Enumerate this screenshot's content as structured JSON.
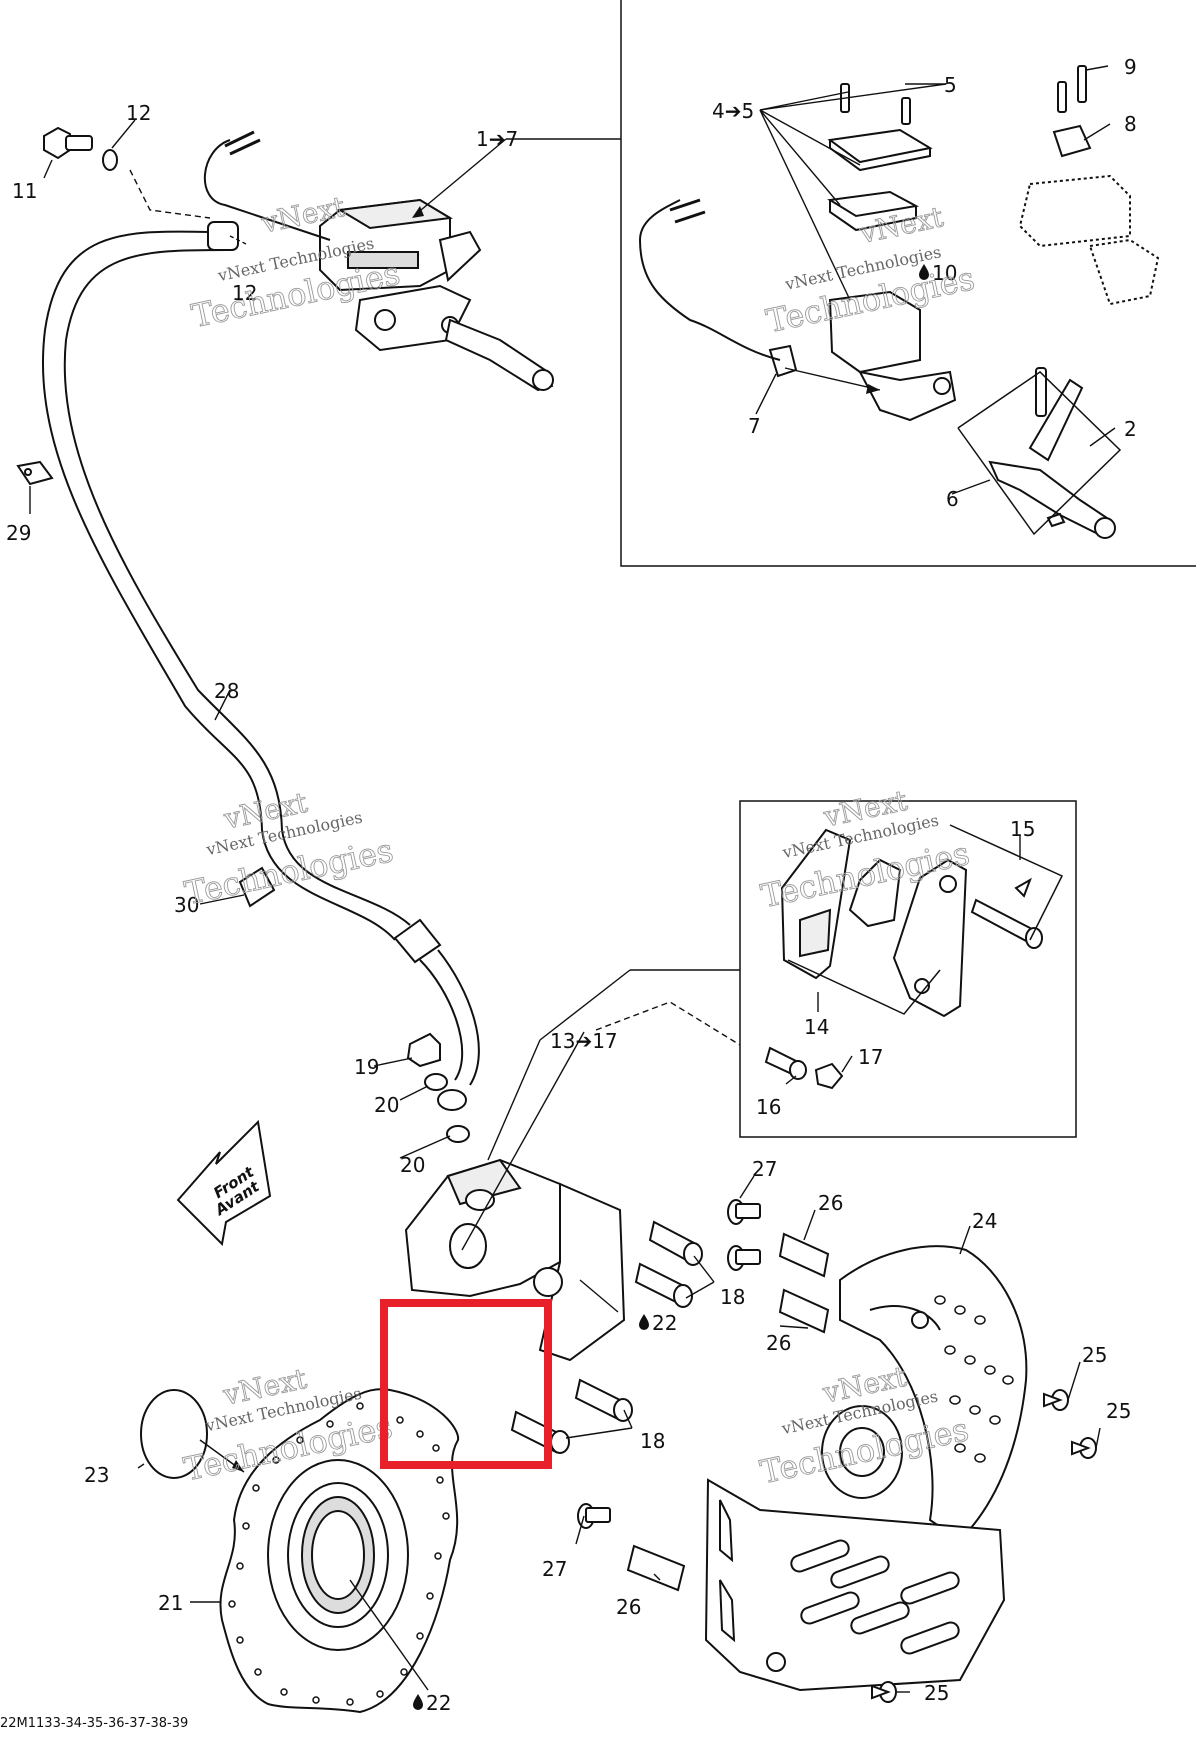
{
  "callouts": {
    "c11": "11",
    "c12a": "12",
    "c12b": "12",
    "c1to7": "1➔7",
    "c29": "29",
    "c4to5": "4➔5",
    "c5": "5",
    "c9": "9",
    "c8": "8",
    "c10": "10",
    "c7": "7",
    "c2": "2",
    "c6": "6",
    "c28": "28",
    "c30": "30",
    "c15": "15",
    "c14": "14",
    "c13to17": "13➔17",
    "c17": "17",
    "c16": "16",
    "c19": "19",
    "c20a": "20",
    "c20b": "20",
    "c27a": "27",
    "c26a": "26",
    "c24": "24",
    "c18a": "18",
    "c22a": "22",
    "c26b": "26",
    "c25a": "25",
    "c25b": "25",
    "c18b": "18",
    "c23": "23",
    "c27b": "27",
    "c26c": "26",
    "c21": "21",
    "c22b": "22",
    "c25c": "25"
  },
  "arrow_text": {
    "line1": "Front",
    "line2": "Avant"
  },
  "watermark": {
    "line1": "vNext",
    "line2": "vNext Technologies",
    "line3": "Technologies"
  },
  "footer": {
    "code": "22M1133-34-35-36-37-38-39"
  },
  "colors": {
    "line": "#111111",
    "highlight": "#e8202a",
    "watermark": "#9a9a9a"
  }
}
